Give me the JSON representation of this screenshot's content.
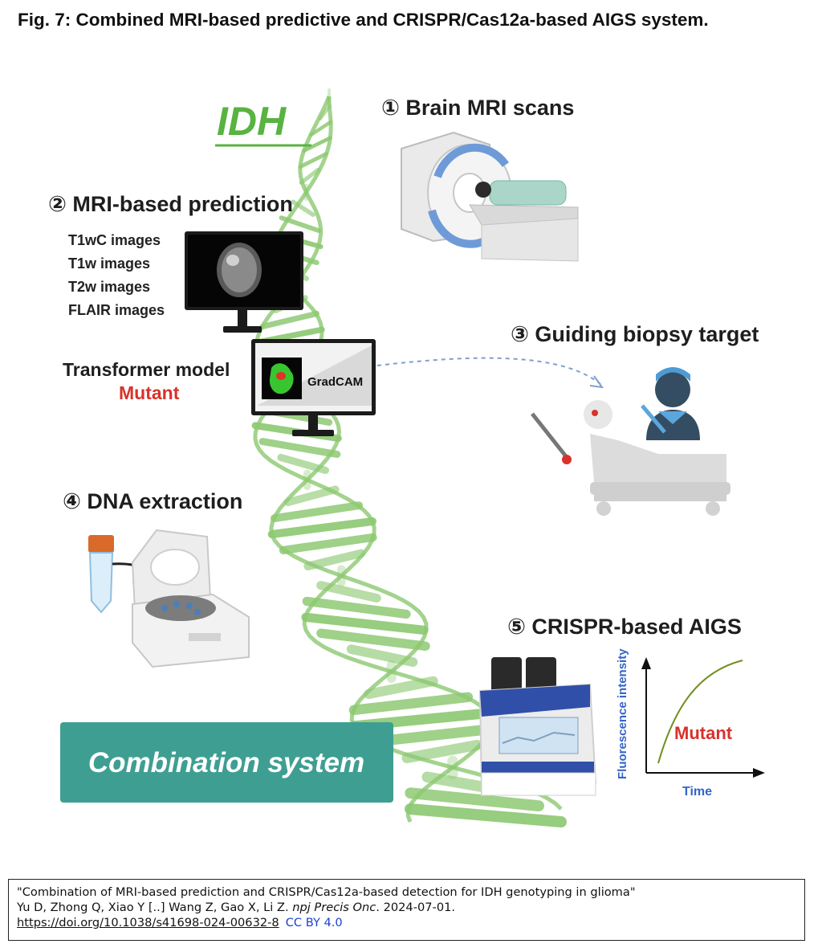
{
  "figure": {
    "title": "Fig. 7: Combined MRI-based predictive and CRISPR/Cas12a-based AIGS system."
  },
  "diagram": {
    "gene_label": "IDH",
    "steps": {
      "step1": "① Brain MRI scans",
      "step2": "② MRI-based prediction",
      "step3": "③ Guiding biopsy target",
      "step4": "④ DNA extraction",
      "step5": "⑤ CRISPR-based AIGS"
    },
    "mri_inputs": [
      "T1wC images",
      "T1w images",
      "T2w images",
      "FLAIR images"
    ],
    "model_label": "Transformer model",
    "model_result": "Mutant",
    "gradcam_label": "GradCAM",
    "combination_label": "Combination system",
    "plot": {
      "y_axis_label": "Fluorescence intensity",
      "x_axis_label": "Time",
      "curve_label": "Mutant"
    },
    "colors": {
      "dna_green": "#8cc870",
      "idh_green": "#58b341",
      "mutant_red": "#d8322a",
      "combination_teal": "#3f9e92",
      "axis_blue": "#3565c7",
      "curve_olive": "#6f8f1e",
      "arrow_blue": "#7fa0cc"
    }
  },
  "caption": {
    "line1": "\"Combination of MRI-based prediction and CRISPR/Cas12a-based detection for IDH genotyping in glioma\"",
    "line2_authors": "Yu D, Zhong Q, Xiao Y [..] Wang Z, Gao X, Li Z. ",
    "line2_journal": "npj Precis Onc",
    "line2_date": ". 2024-07-01.",
    "doi": "https://doi.org/10.1038/s41698-024-00632-8",
    "license": "CC BY 4.0"
  }
}
